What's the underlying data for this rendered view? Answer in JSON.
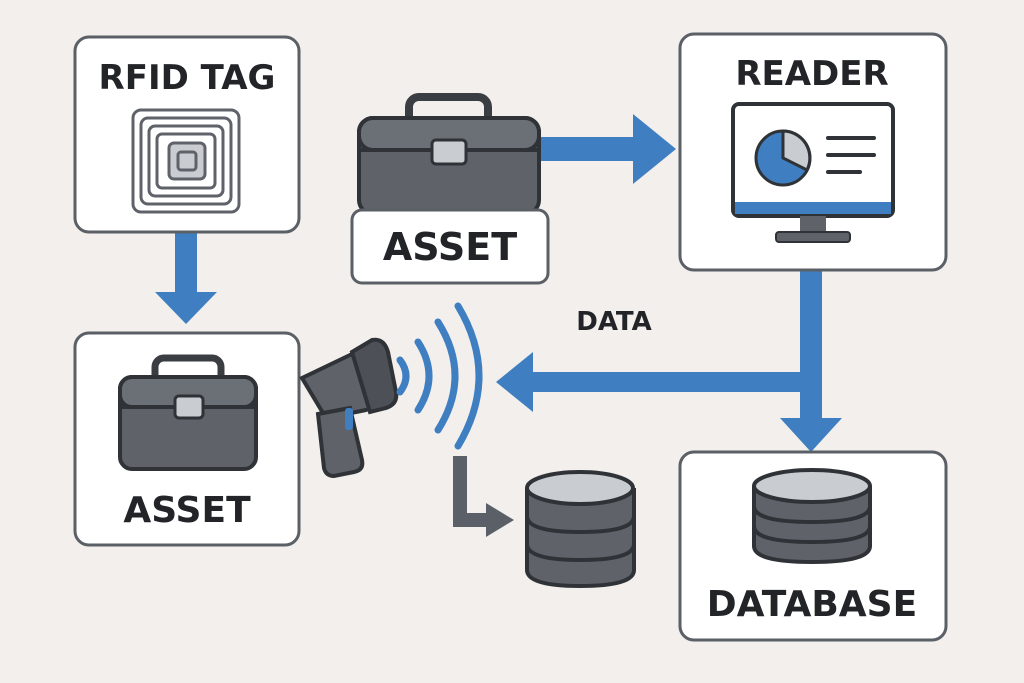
{
  "colors": {
    "background": "#f2efec",
    "box_fill": "#ffffff",
    "box_stroke": "#5b5f66",
    "icon_fill": "#5f6369",
    "icon_dark": "#3a3d42",
    "icon_light": "#c9cdd2",
    "accent_blue": "#3f7fc1"
  },
  "nodes": {
    "rfid_tag": {
      "label": "RFID TAG",
      "icon": "rfid-chip-icon"
    },
    "asset_top": {
      "label": "ASSET",
      "icon": "toolbox-icon"
    },
    "reader": {
      "label": "READER",
      "icon": "monitor-pie-chart-icon"
    },
    "asset_left": {
      "label": "ASSET",
      "icon": "toolbox-icon"
    },
    "scanner": {
      "icon": "rfid-scanner-gun-icon"
    },
    "database_small": {
      "icon": "database-icon"
    },
    "database": {
      "label": "DATABASE",
      "icon": "database-icon"
    }
  },
  "edges": {
    "data_label": "DATA"
  }
}
